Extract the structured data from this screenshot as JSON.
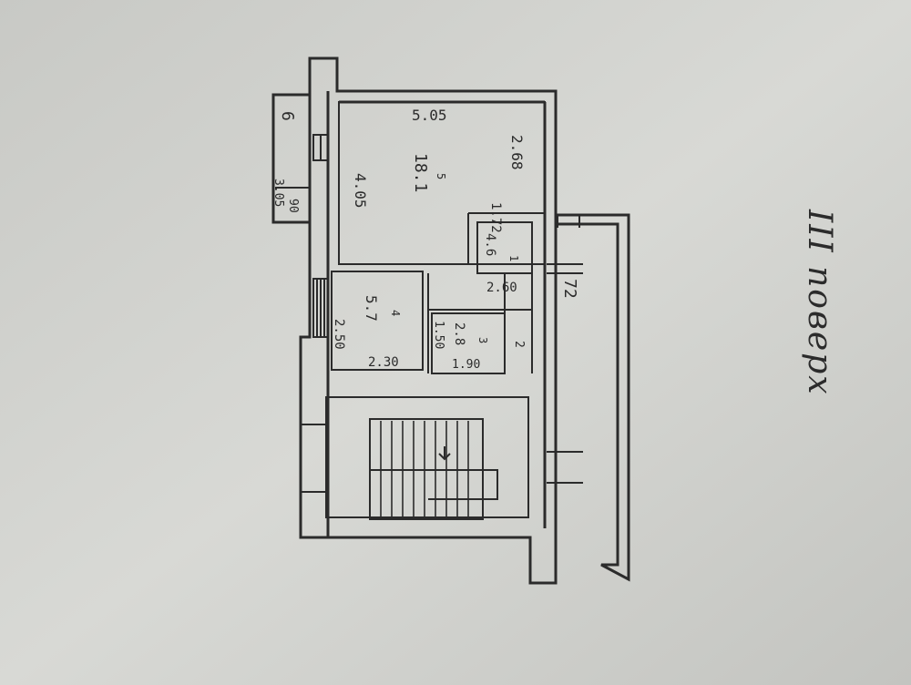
{
  "title": "III поверх",
  "rooms": [
    {
      "id": "5",
      "area": "18.1",
      "w": "5.05",
      "h": "4.05",
      "side": "2.68"
    },
    {
      "id": "4",
      "area": "5.7",
      "w": "2.30",
      "h": "2.50"
    },
    {
      "id": "3",
      "area": "2.8",
      "w": "1.90",
      "h": "1.50"
    },
    {
      "id": "1",
      "area": "4.6"
    },
    {
      "id": "6"
    }
  ],
  "dims": {
    "d172": "1.72",
    "d260": "2.60",
    "d2": "2",
    "d72": "72",
    "d305": "3.05",
    "d90": "90"
  },
  "colors": {
    "ink": "#2b2b2b",
    "paper": "#d6d7d3"
  }
}
